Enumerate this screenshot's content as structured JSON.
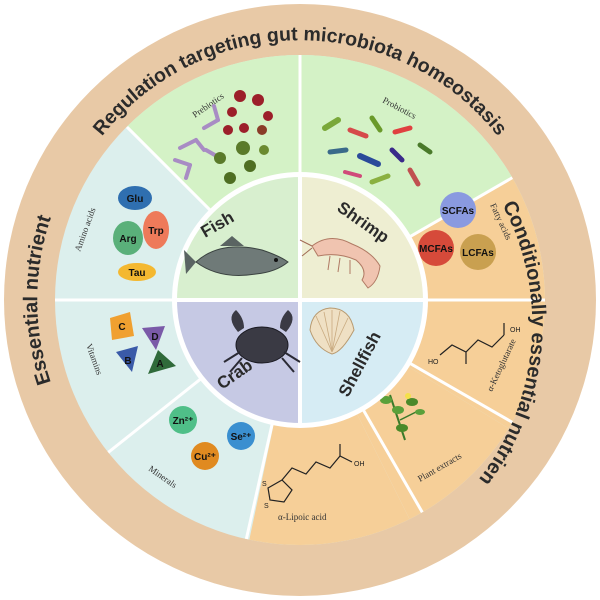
{
  "ring_labels": {
    "top": "Regulation targeting gut microbiota homeostasis",
    "left": "Essential nutrient",
    "right": "Conditionally essential nutrient"
  },
  "segments": {
    "prebiotics": "Prebiotics",
    "probiotics": "Probiotics",
    "amino_acids": "Amino acids",
    "vitamins": "Vitamins",
    "minerals": "Minerals",
    "fatty_acids": "Fatty acids",
    "ketoglutarate": "α-Ketoglutarate",
    "plant_extracts": "Plant extracts",
    "lipoic_acid": "α-Lipoic acid"
  },
  "amino_acid_pills": [
    "Glu",
    "Arg",
    "Trp",
    "Tau"
  ],
  "vitamin_shapes": [
    "C",
    "D",
    "B",
    "A"
  ],
  "minerals": [
    "Zn²⁺",
    "Se²⁺",
    "Cu²⁺"
  ],
  "fatty_acid_balls": [
    "SCFAs",
    "MCFAs",
    "LCFAs"
  ],
  "center": {
    "fish": "Fish",
    "shrimp": "Shrimp",
    "crab": "Crab",
    "shellfish": "Shellfish"
  },
  "chem_labels": {
    "oh": "OH",
    "ho": "HO",
    "s": "S"
  },
  "colors": {
    "outer_ring": "#e8c9a6",
    "green_sector": "#d4f2c6",
    "blue_sector": "#dcefed",
    "orange_sector": "#f6cf98",
    "fish_quad": "#d8efcf",
    "shrimp_quad": "#eeeed2",
    "crab_quad": "#c6c9e4",
    "shellfish_quad": "#d6ecf4"
  }
}
